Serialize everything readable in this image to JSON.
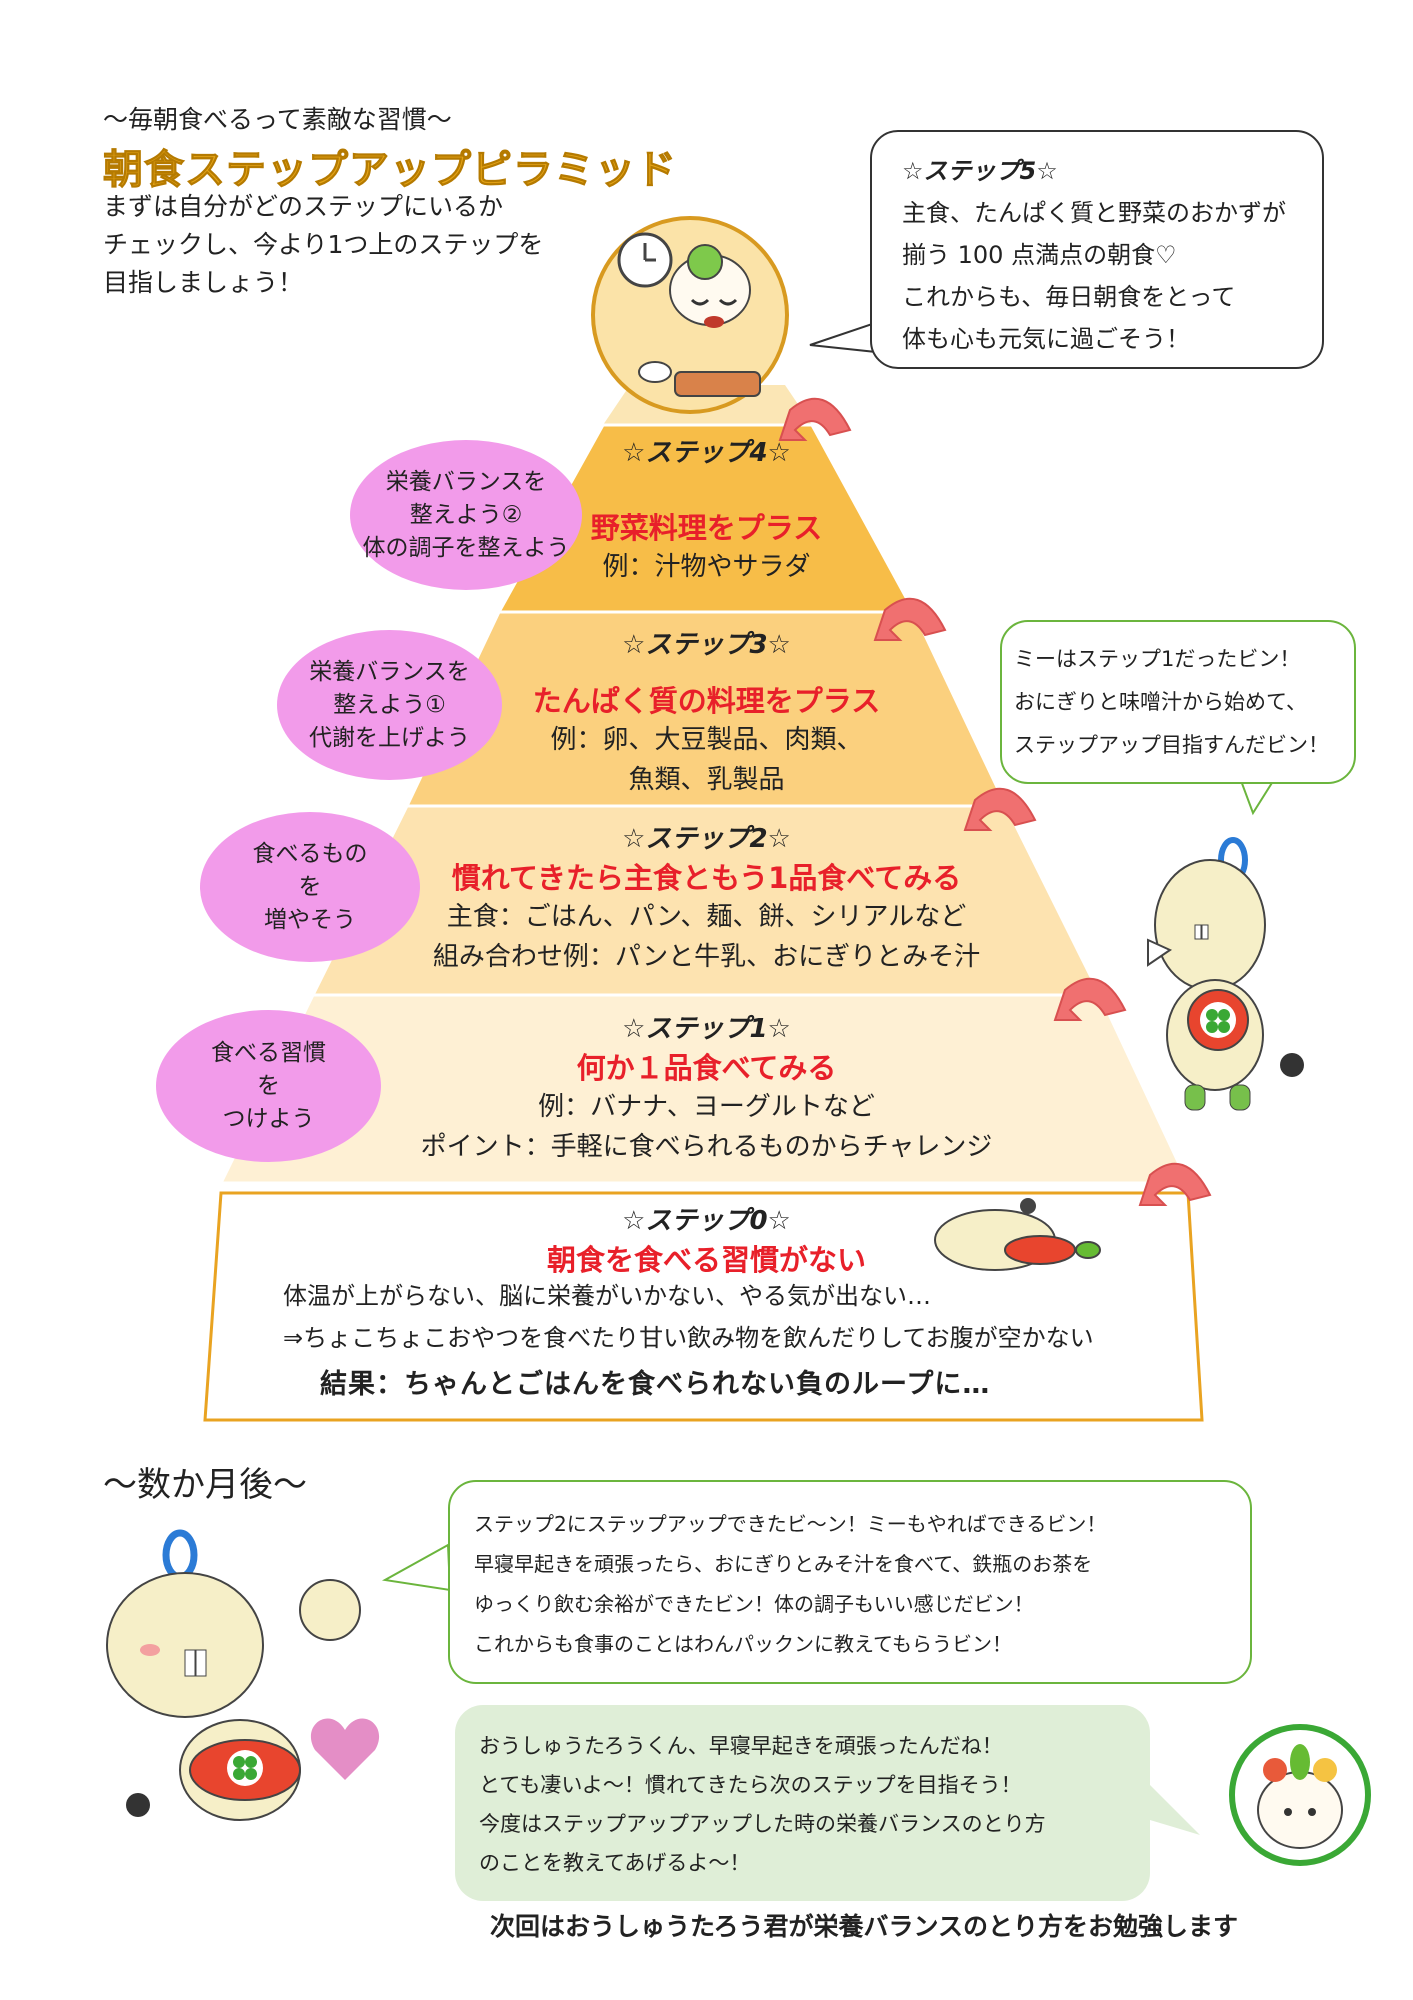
{
  "intro": {
    "subtitle": "～毎朝食べるって素敵な習慣～",
    "title": "朝食ステップアップピラミッド",
    "lines": [
      "まずは自分がどのステップにいるか",
      "チェックし、今より1つ上のステップを",
      "目指しましょう！"
    ]
  },
  "step5_bubble": {
    "title": "☆ステップ5☆",
    "lines": [
      "主食、たんぱく質と野菜のおかずが",
      "揃う 100 点満点の朝食♡",
      "これからも、毎日朝食をとって",
      "体も心も元気に過ごそう！"
    ]
  },
  "pyramid": {
    "step4": {
      "head": "☆ステップ4☆",
      "red": "野菜料理をプラス",
      "body": [
        "例：汁物やサラダ"
      ]
    },
    "step3": {
      "head": "☆ステップ3☆",
      "red": "たんぱく質の料理をプラス",
      "body": [
        "例：卵、大豆製品、肉類、",
        "魚類、乳製品"
      ]
    },
    "step2": {
      "head": "☆ステップ2☆",
      "red": "慣れてきたら主食ともう1品食べてみる",
      "body": [
        "主食：ごはん、パン、麺、餅、シリアルなど",
        "組み合わせ例：パンと牛乳、おにぎりとみそ汁"
      ]
    },
    "step1": {
      "head": "☆ステップ1☆",
      "red": "何か１品食べてみる",
      "body": [
        "例：バナナ、ヨーグルトなど",
        "ポイント：手軽に食べられるものからチャレンジ"
      ]
    },
    "step0": {
      "head": "☆ステップ0☆",
      "red": "朝食を食べる習慣がない",
      "body": [
        "体温が上がらない、脳に栄養がいかない、やる気が出ない…",
        "⇒ちょこちょこおやつを食べたり甘い飲み物を飲んだりしてお腹が空かない"
      ],
      "result": "結果：ちゃんとごはんを食べられない負のループに…"
    }
  },
  "ovals": {
    "o4": [
      "栄養バランスを",
      "整えよう②",
      "体の調子を整えよう"
    ],
    "o3": [
      "栄養バランスを",
      "整えよう①",
      "代謝を上げよう"
    ],
    "o2": [
      "食べるもの",
      "を",
      "増やそう"
    ],
    "o1": [
      "食べる習慣",
      "を",
      "つけよう"
    ]
  },
  "rabbit_bubble": {
    "lines": [
      "ミーはステップ1だったビン！",
      "おにぎりと味噌汁から始めて、",
      "ステップアップ目指すんだビン！"
    ]
  },
  "months_later": "～数か月後～",
  "bubble_later": {
    "lines": [
      "ステップ2にステップアップできたビ～ン！ミーもやればできるビン！",
      "早寝早起きを頑張ったら、おにぎりとみそ汁を食べて、鉄瓶のお茶を",
      "ゆっくり飲む余裕ができたビン！体の調子もいい感じだビン！",
      "これからも食事のことはわんパックンに教えてもらうビン！"
    ]
  },
  "bubble_reply": {
    "lines": [
      "おうしゅうたろうくん、早寝早起きを頑張ったんだね！",
      "とても凄いよ～！慣れてきたら次のステップを目指そう！",
      "今度はステップアップアップした時の栄養バランスのとり方",
      "のことを教えてあげるよ～！"
    ]
  },
  "footer": "次回はおうしゅうたろう君が栄養バランスのとり方をお勉強します",
  "colors": {
    "title_gold": "#e3a316",
    "step_red": "#e8202a",
    "oval_pink": "#f29bea",
    "arrow_pink": "#f07070",
    "bubble_green": "#6bb53d"
  }
}
